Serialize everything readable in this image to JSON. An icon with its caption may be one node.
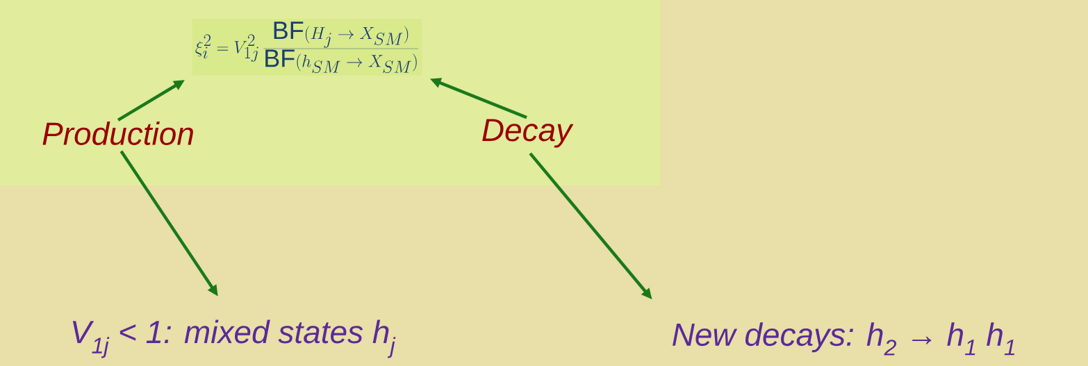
{
  "diagram": {
    "nodes": [
      {
        "text": [
          "\\xi_i^2 = V_{1j}^2\\,\\frac{\\mathrm{BF}(H_j \\to X_{SM})}{\\mathrm{BF}(h_{SM} \\to X_{SM})}"
        ]
      },
      {
        "text": [
          "Production"
        ]
      },
      {
        "text": [
          "Decay"
        ]
      },
      {
        "text": [
          "V$_{1j}$ < 1: mixed states h$_{j}$"
        ]
      },
      {
        "text": [
          "New decays: h$_{2}$ → h$_{1}$ h$_{1}$"
        ]
      }
    ],
    "edges": [
      {
        "from": 1,
        "to": 0,
        "arrow": "to"
      },
      {
        "from": 2,
        "to": 0,
        "arrow": "to"
      },
      {
        "from": 1,
        "to": 3,
        "arrow": "to"
      },
      {
        "from": 2,
        "to": 4,
        "arrow": "to"
      }
    ]
  }
}
